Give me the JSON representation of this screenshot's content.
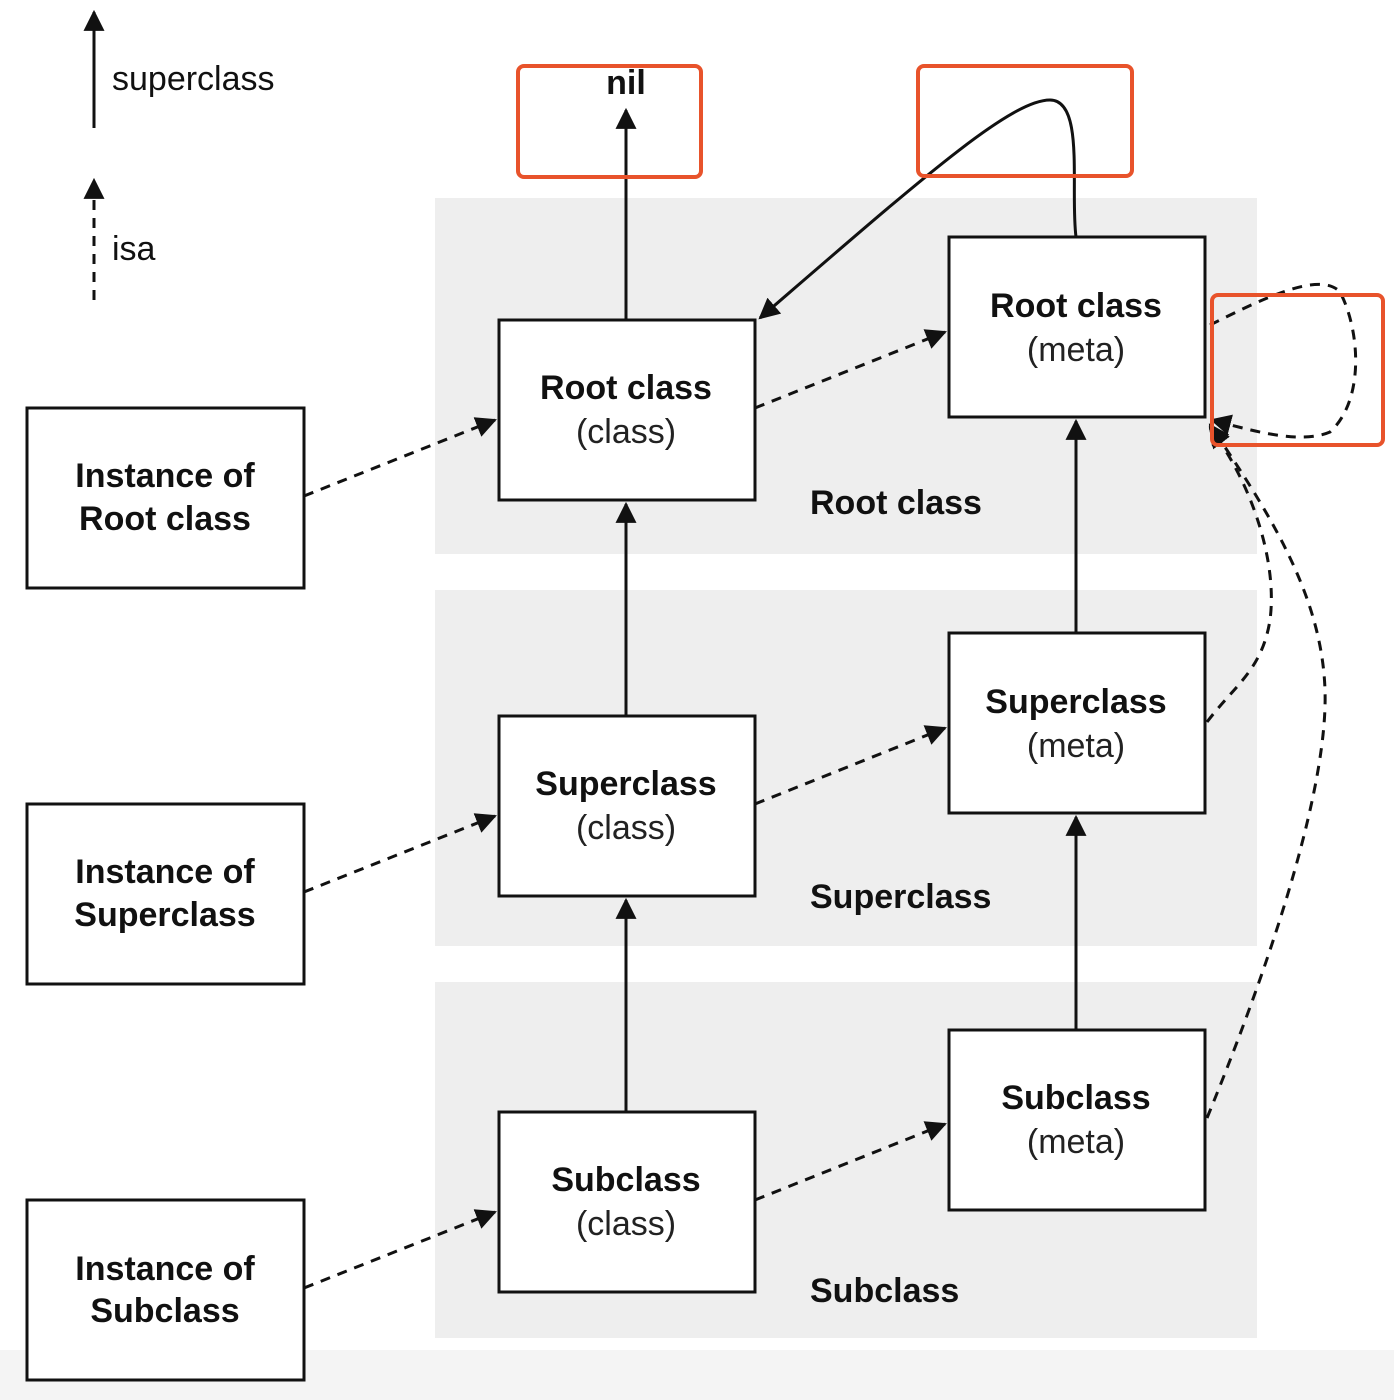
{
  "legend": {
    "superclass_label": "superclass",
    "isa_label": "isa"
  },
  "top": {
    "nil_label": "nil"
  },
  "bands": {
    "root": "Root class",
    "superclass": "Superclass",
    "subclass": "Subclass"
  },
  "instances": {
    "root": [
      "Instance of",
      "Root class"
    ],
    "superclass": [
      "Instance of",
      "Superclass"
    ],
    "subclass": [
      "Instance of",
      "Subclass"
    ]
  },
  "classes": {
    "root": {
      "title": "Root class",
      "kind": "(class)"
    },
    "superclass": {
      "title": "Superclass",
      "kind": "(class)"
    },
    "subclass": {
      "title": "Subclass",
      "kind": "(class)"
    }
  },
  "metas": {
    "root": {
      "title": "Root class",
      "kind": "(meta)"
    },
    "superclass": {
      "title": "Superclass",
      "kind": "(meta)"
    },
    "subclass": {
      "title": "Subclass",
      "kind": "(meta)"
    }
  },
  "colors": {
    "highlight": "#e8532b",
    "band": "#eeeeee",
    "ink": "#111111"
  }
}
